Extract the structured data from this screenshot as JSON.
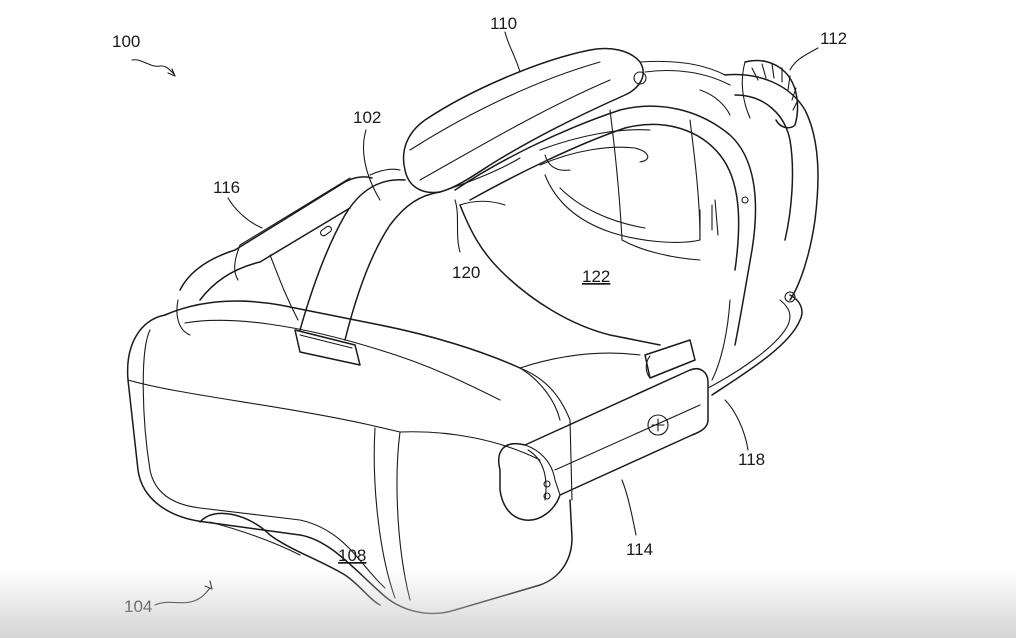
{
  "figure": {
    "reference_numerals": {
      "r100": "100",
      "r102": "102",
      "r104": "104",
      "r108": "108",
      "r110": "110",
      "r112": "112",
      "r114": "114",
      "r116": "116",
      "r118": "118",
      "r120": "120",
      "r122": "122"
    }
  }
}
